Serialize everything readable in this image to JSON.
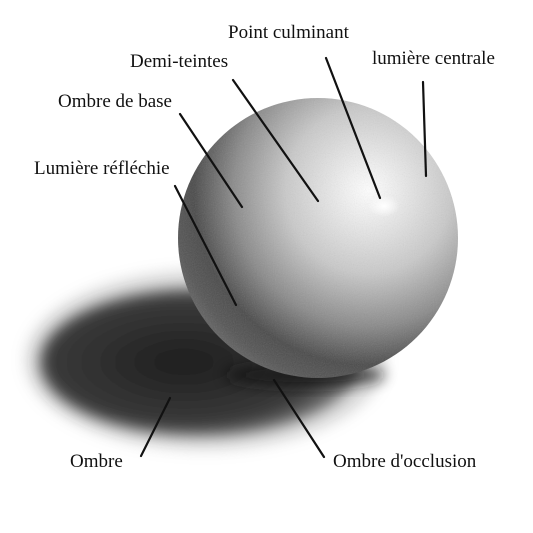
{
  "diagram": {
    "labels": {
      "point_culminant": "Point culminant",
      "lumiere_centrale": "lumière centrale",
      "demi_teintes": "Demi-teintes",
      "ombre_de_base": "Ombre de base",
      "lumiere_reflechie": "Lumière réfléchie",
      "ombre": "Ombre",
      "ombre_occlusion": "Ombre d'occlusion"
    },
    "colors": {
      "background": "#ffffff",
      "text": "#111111",
      "pointer": "#111111",
      "sphere_light": "#f4f4f4",
      "sphere_dark": "#3a3a3a",
      "cast_shadow": "#2e2e2e"
    }
  }
}
